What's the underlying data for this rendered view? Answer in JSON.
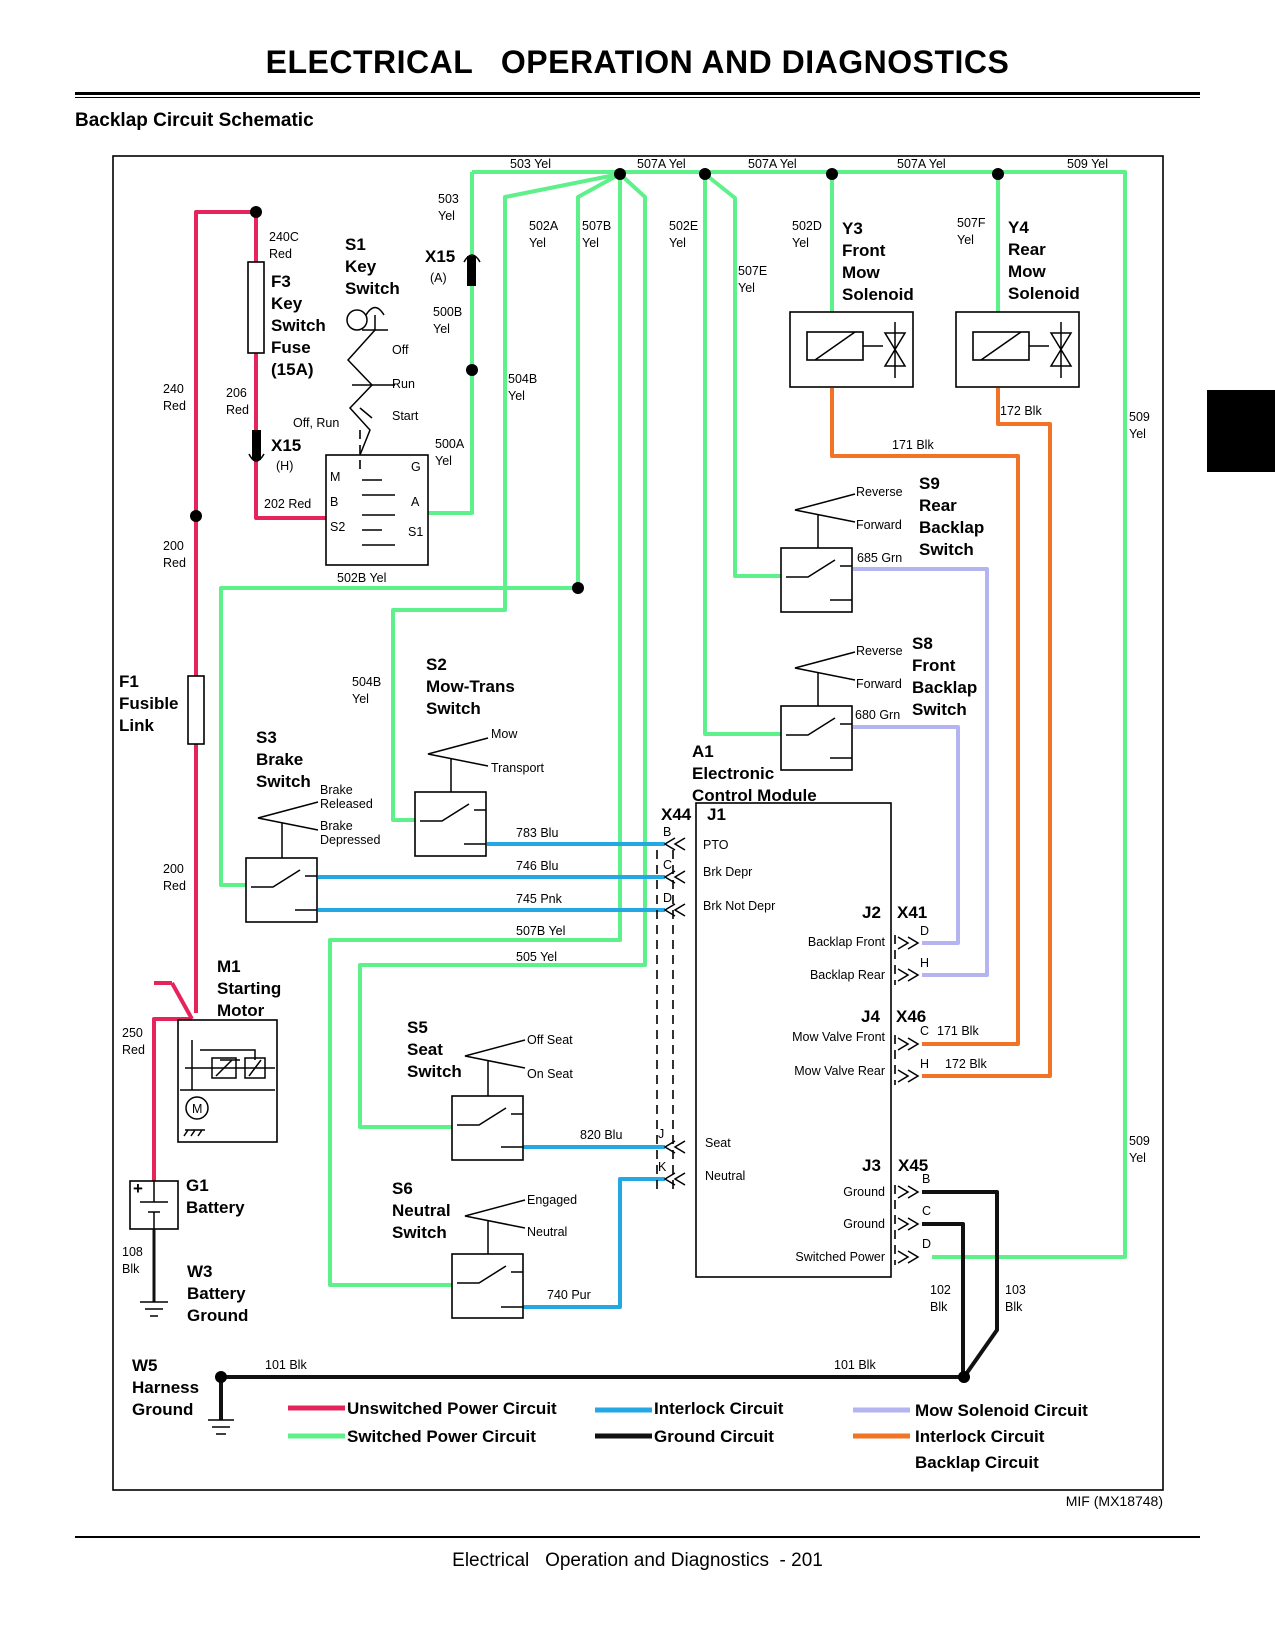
{
  "header": {
    "title": "ELECTRICAL   OPERATION AND DIAGNOSTICS",
    "section": "Backlap Circuit Schematic"
  },
  "footer": {
    "text": "Electrical   Operation and Diagnostics  - 201"
  },
  "figure_id": "MIF (MX18748)",
  "wire_labels": {
    "w503top": "503 Yel",
    "w507a1": "507A Yel",
    "w507a2": "507A Yel",
    "w507a3": "507A Yel",
    "w509top": "509 Yel",
    "w503": "503",
    "w503y": "Yel",
    "w502a": "502A",
    "w502ay": "Yel",
    "w507b": "507B",
    "w507by": "Yel",
    "w502e": "502E",
    "w502ey": "Yel",
    "w507e": "507E",
    "w507ey": "Yel",
    "w502d": "502D",
    "w502dy": "Yel",
    "w507f": "507F",
    "w507fy": "Yel",
    "w240c": "240C",
    "w240cr": "Red",
    "w500b": "500B",
    "w500by": "Yel",
    "w504b1": "504B",
    "w504b1y": "Yel",
    "w500a": "500A",
    "w500ay": "Yel",
    "w240": "240",
    "w240r": "Red",
    "w206": "206",
    "w206r": "Red",
    "w202": "202 Red",
    "w200a": "200",
    "w200ar": "Red",
    "w502b": "502B Yel",
    "w504b2": "504B",
    "w504b2y": "Yel",
    "w200b": "200",
    "w200br": "Red",
    "w250": "250",
    "w250r": "Red",
    "w108": "108",
    "w108k": "Blk",
    "w171top": "171 Blk",
    "w172top": "172 Blk",
    "w685": "685 Grn",
    "w680": "680 Grn",
    "w509r1": "509",
    "w509r1y": "Yel",
    "w509r2": "509",
    "w509r2y": "Yel",
    "w783": "783 Blu",
    "w746": "746 Blu",
    "w745": "745 Pnk",
    "w507bmid": "507B Yel",
    "w505": "505 Yel",
    "w820": "820 Blu",
    "w740": "740 Pur",
    "w171c": "171 Blk",
    "w172c": "172 Blk",
    "w102": "102",
    "w102k": "Blk",
    "w103": "103",
    "w103k": "Blk",
    "w101a": "101 Blk",
    "w101b": "101 Blk"
  },
  "components": {
    "s1": {
      "id": "S1",
      "l1": "Key",
      "l2": "Switch",
      "off": "Off",
      "run": "Run",
      "start": "Start",
      "offrun": "Off, Run",
      "pins": {
        "g": "G",
        "m": "M",
        "a": "A",
        "b": "B",
        "s2": "S2",
        "s1": "S1"
      }
    },
    "f3": {
      "id": "F3",
      "l1": "Key",
      "l2": "Switch",
      "l3": "Fuse",
      "l4": "(15A)"
    },
    "x15a": {
      "id": "X15",
      "sub": "(A)"
    },
    "x15h": {
      "id": "X15",
      "sub": "(H)"
    },
    "y3": {
      "id": "Y3",
      "l1": "Front",
      "l2": "Mow",
      "l3": "Solenoid"
    },
    "y4": {
      "id": "Y4",
      "l1": "Rear",
      "l2": "Mow",
      "l3": "Solenoid"
    },
    "s9": {
      "id": "S9",
      "l1": "Rear",
      "l2": "Backlap",
      "l3": "Switch",
      "rev": "Reverse",
      "fwd": "Forward"
    },
    "s8": {
      "id": "S8",
      "l1": "Front",
      "l2": "Backlap",
      "l3": "Switch",
      "rev": "Reverse",
      "fwd": "Forward"
    },
    "f1": {
      "id": "F1",
      "l1": "Fusible",
      "l2": "Link"
    },
    "s2": {
      "id": "S2",
      "l1": "Mow-Trans",
      "l2": "Switch",
      "mow": "Mow",
      "transport": "Transport"
    },
    "s3": {
      "id": "S3",
      "l1": "Brake",
      "l2": "Switch",
      "rel1": "Brake",
      "rel2": "Released",
      "dep1": "Brake",
      "dep2": "Depressed"
    },
    "a1": {
      "id": "A1",
      "l1": "Electronic",
      "l2": "Control Module"
    },
    "j1": {
      "conn": "X44",
      "id": "J1",
      "pins": {
        "b": "B",
        "c": "C",
        "d": "D",
        "j": "J",
        "k": "K"
      },
      "sig": {
        "pto": "PTO",
        "brk": "Brk Depr",
        "brknot": "Brk Not Depr",
        "seat": "Seat",
        "neutral": "Neutral"
      }
    },
    "j2": {
      "id": "J2",
      "conn": "X41",
      "pd": "D",
      "ph": "H",
      "front": "Backlap Front",
      "rear": "Backlap Rear"
    },
    "j4": {
      "id": "J4",
      "conn": "X46",
      "pc": "C",
      "ph": "H",
      "front": "Mow Valve Front",
      "rear": "Mow Valve Rear"
    },
    "j3": {
      "id": "J3",
      "conn": "X45",
      "pb": "B",
      "pc": "C",
      "pd": "D",
      "g1": "Ground",
      "g2": "Ground",
      "sw": "Switched Power"
    },
    "m1": {
      "id": "M1",
      "l1": "Starting",
      "l2": "Motor",
      "m": "M"
    },
    "s5": {
      "id": "S5",
      "l1": "Seat",
      "l2": "Switch",
      "off": "Off Seat",
      "on": "On Seat"
    },
    "g1": {
      "id": "G1",
      "l1": "Battery",
      "plus": "+"
    },
    "s6": {
      "id": "S6",
      "l1": "Neutral",
      "l2": "Switch",
      "eng": "Engaged",
      "neu": "Neutral"
    },
    "w3": {
      "id": "W3",
      "l1": "Battery",
      "l2": "Ground"
    },
    "w5": {
      "id": "W5",
      "l1": "Harness",
      "l2": "Ground"
    }
  },
  "legend": {
    "unswitched": "Unswitched Power Circuit",
    "switched": "Switched Power Circuit",
    "interlock": "Interlock Circuit",
    "ground": "Ground Circuit",
    "mowsol": "Mow Solenoid Circuit",
    "backlap1": "Interlock Circuit",
    "backlap2": "Backlap Circuit"
  },
  "colors": {
    "unswitched": "#e5245c",
    "switched": "#5ef08a",
    "interlock": "#23a8e4",
    "ground": "#111111",
    "mow_solenoid": "#b4b4f0",
    "backlap": "#f07326"
  }
}
